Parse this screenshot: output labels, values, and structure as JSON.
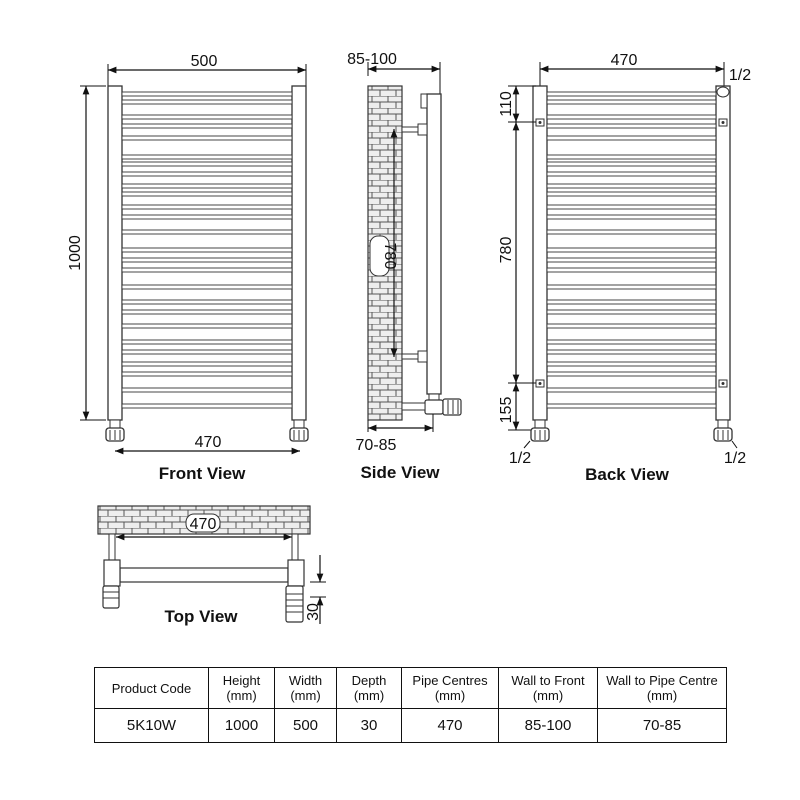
{
  "views": {
    "front": {
      "title": "Front View",
      "width_dim": "500",
      "height_dim": "1000",
      "centres_dim": "470"
    },
    "side": {
      "title": "Side View",
      "top_dim": "85-100",
      "middle_dim": "780",
      "bottom_dim": "70-85"
    },
    "back": {
      "title": "Back View",
      "width_dim": "470",
      "top_offset_dim": "110",
      "centres_dim": "780",
      "bottom_offset_dim": "155",
      "valve_top": "1/2",
      "valve_left": "1/2",
      "valve_right": "1/2"
    },
    "top": {
      "title": "Top View",
      "centres_dim": "470",
      "depth_dim": "30"
    }
  },
  "table": {
    "headers": [
      [
        "Product Code"
      ],
      [
        "Height",
        "(mm)"
      ],
      [
        "Width",
        "(mm)"
      ],
      [
        "Depth",
        "(mm)"
      ],
      [
        "Pipe Centres",
        "(mm)"
      ],
      [
        "Wall to Front",
        "(mm)"
      ],
      [
        "Wall to Pipe Centre",
        "(mm)"
      ]
    ],
    "row": [
      "5K10W",
      "1000",
      "500",
      "30",
      "470",
      "85-100",
      "70-85"
    ]
  }
}
